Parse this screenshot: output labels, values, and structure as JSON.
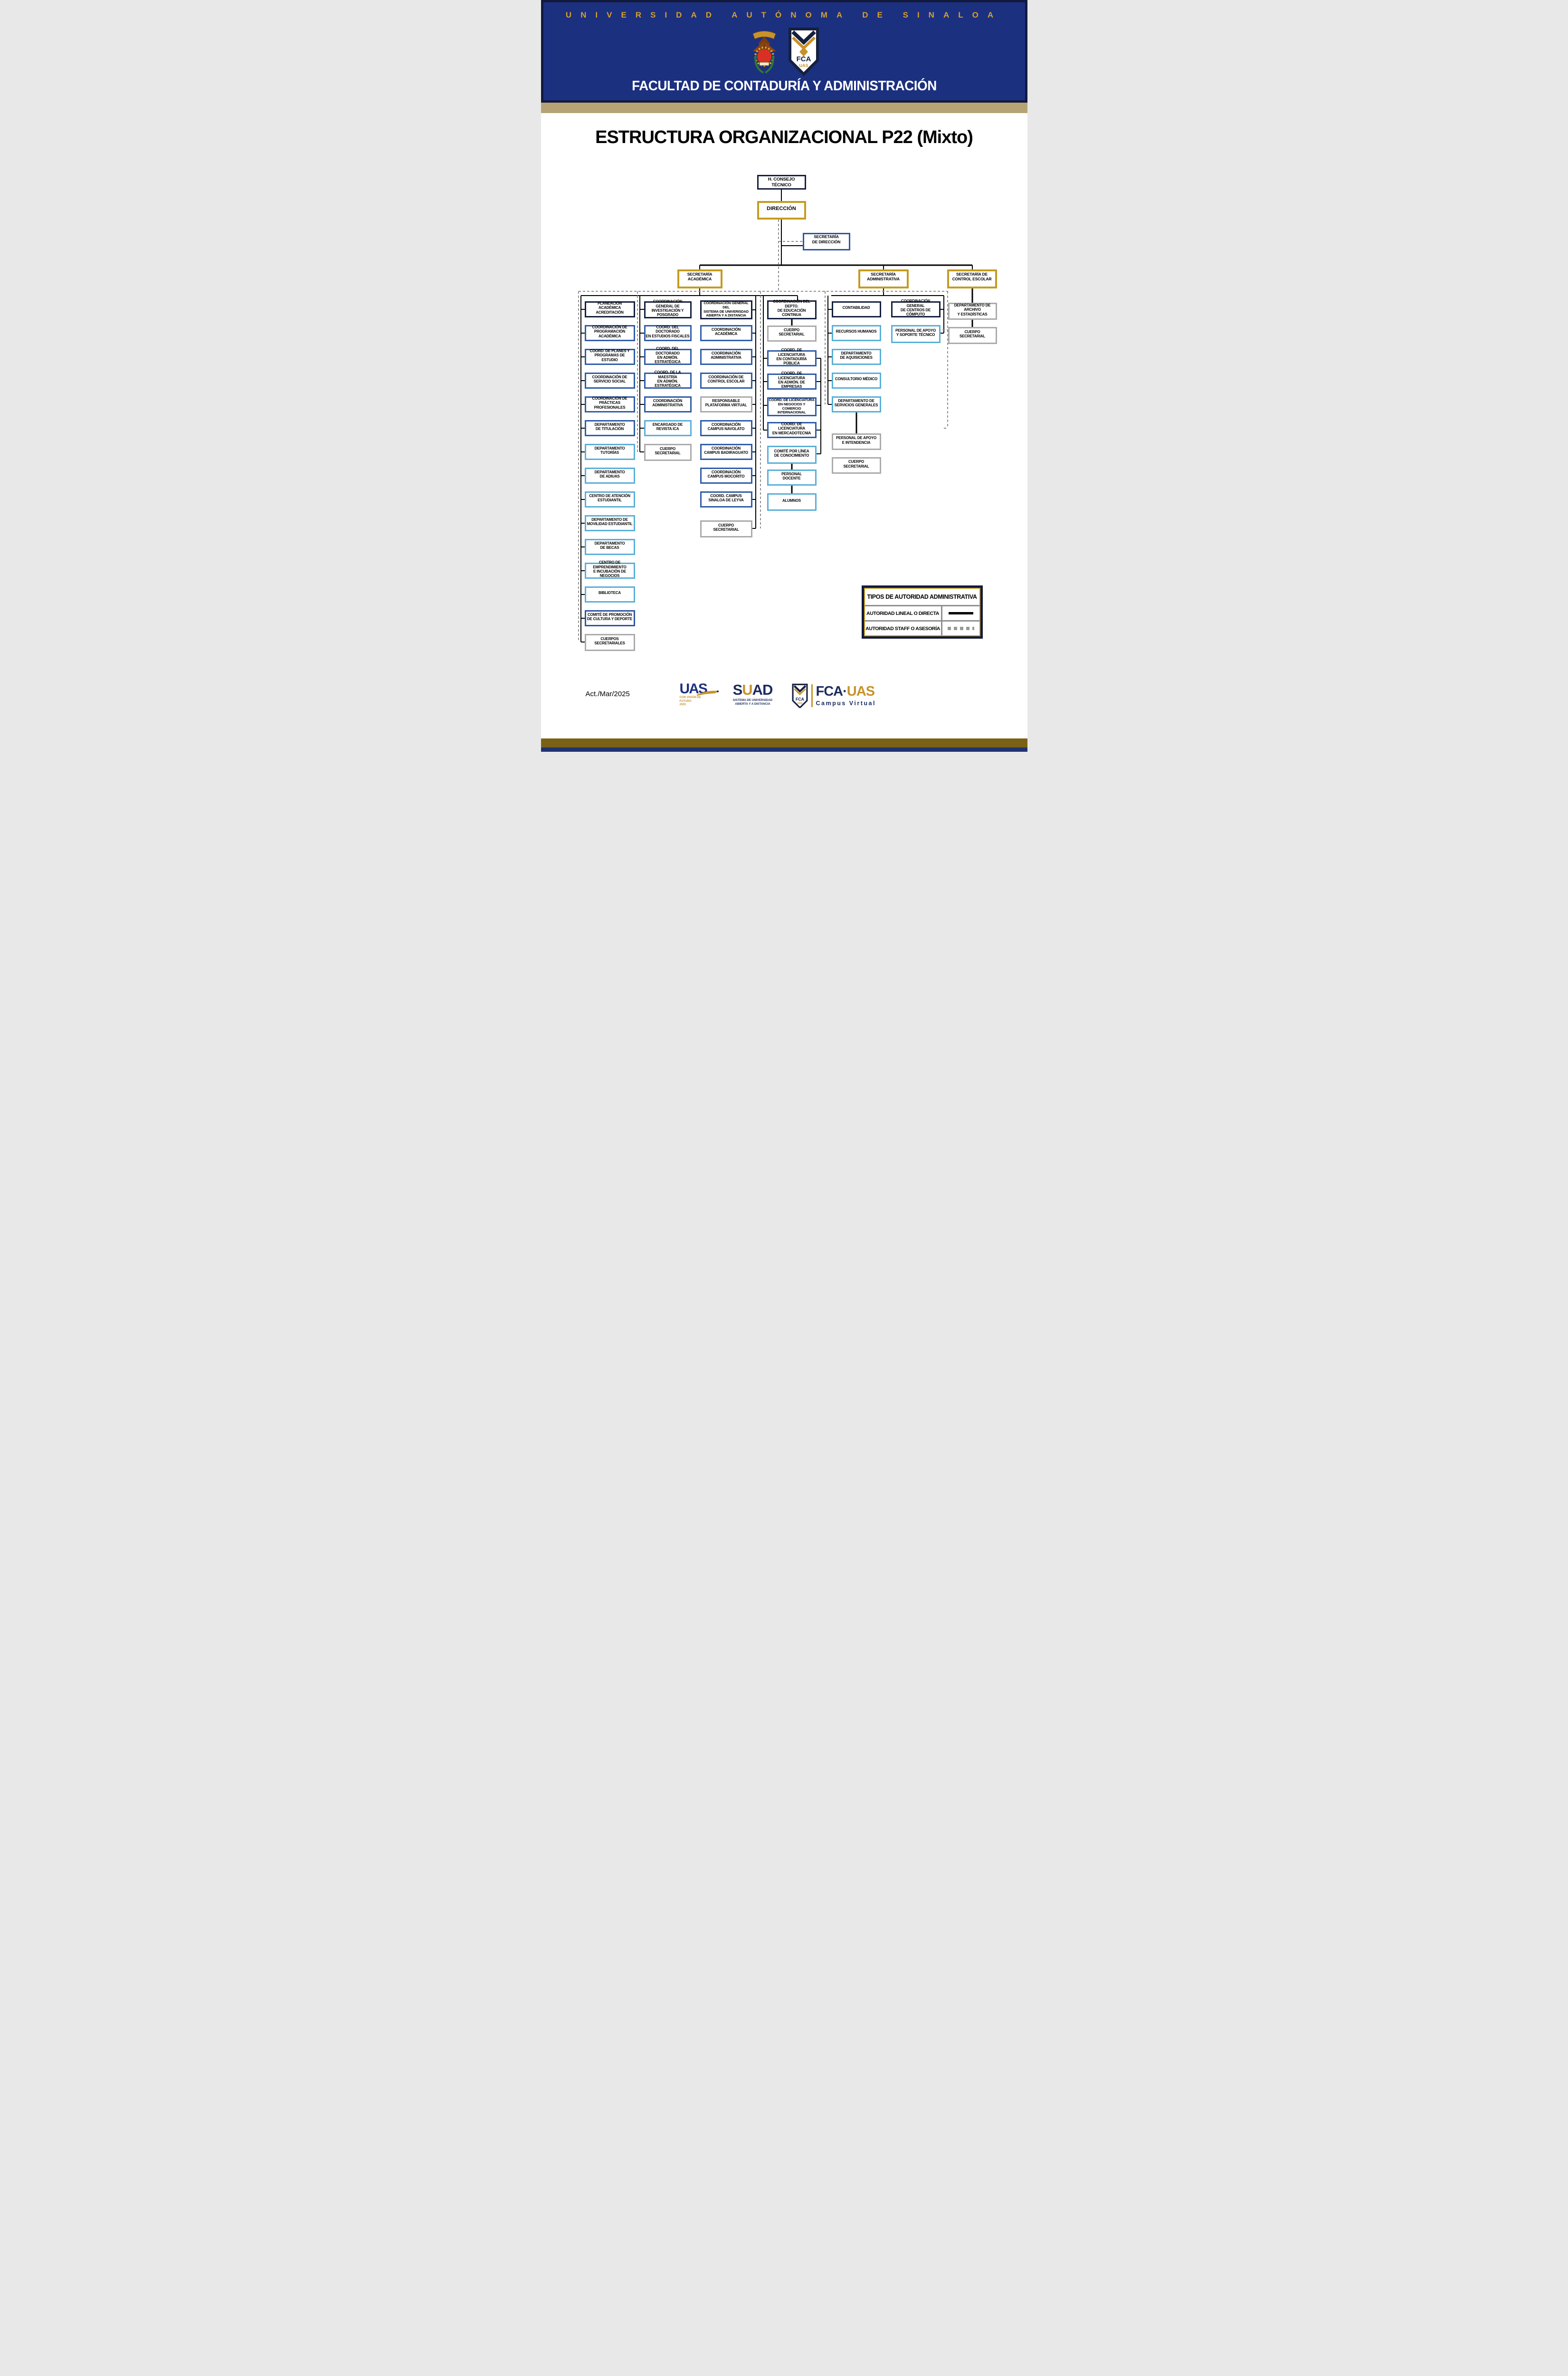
{
  "header": {
    "university": "U N I V E R S I D A D   A U T Ó N O M A   D E   S I N A L O A",
    "university_plain": "UNIVERSIDAD AUTÓNOMA DE SINALOA",
    "faculty": "FACULTAD DE CONTADURÍA Y ADMINISTRACIÓN"
  },
  "title": "ESTRUCTURA ORGANIZACIONAL P22 (Mixto)",
  "org": {
    "consejo": "H. CONSEJO TÉCNICO",
    "direccion": "DIRECCIÓN",
    "secretaria_direccion": "SECRETARÍA\nDE DIRECCIÓN",
    "secretaria_academica": "SECRETARÍA\nACADÉMICA",
    "secretaria_administrativa": "SECRETARÍA\nADMINISTRATIVA",
    "secretaria_control": "SECRETARÍA DE\nCONTROL ESCOLAR",
    "col1": [
      {
        "label": "PLANEACIÓN ACADÉMICA\nACREDITACIÓN",
        "level": "navy"
      },
      {
        "label": "COORDINACIÓN DE\nPROGRAMACIÓN ACADÉMICA",
        "level": "blue"
      },
      {
        "label": "COORD. DE PLANES Y\nPROGRAMAS DE ESTUDIO",
        "level": "blue"
      },
      {
        "label": "COORDINACIÓN DE\nSERVICIO SOCIAL",
        "level": "blue"
      },
      {
        "label": "COORDINACIÓN DE\nPRÁCTICAS PROFESIONALES",
        "level": "blue"
      },
      {
        "label": "DEPARTAMENTO\nDE TITULACIÓN",
        "level": "blue"
      },
      {
        "label": "DEPARTAMENTO\nTUTORÍAS",
        "level": "lightblue"
      },
      {
        "label": "DEPARTAMENTO\nDE ADIUAS",
        "level": "lightblue"
      },
      {
        "label": "CENTRO DE ATENCIÓN\nESTUDIANTIL",
        "level": "lightblue"
      },
      {
        "label": "DEPARTAMENTO DE\nMOVILIDAD ESTUDIANTIL",
        "level": "lightblue"
      },
      {
        "label": "DEPARTAMENTO\nDE BECAS",
        "level": "lightblue"
      },
      {
        "label": "CENTRO DE EMPRENDIMIENTO\nE INCUBACIÓN DE NEGOCIOS",
        "level": "lightblue"
      },
      {
        "label": "BIBLIOTECA",
        "level": "lightblue"
      },
      {
        "label": "COMITÉ DE PROMOCIÓN\nDE CULTURA Y DEPORTE",
        "level": "royal"
      },
      {
        "label": "CUERPOS\nSECRETARIALES",
        "level": "gray"
      }
    ],
    "col2": [
      {
        "label": "COORDINACIÓN GENERAL DE\nINVESTIGACIÓN Y POSGRADO",
        "level": "navy"
      },
      {
        "label": "COORD. DEL DOCTORADO\nEN ESTUDIOS FISCALES",
        "level": "blue"
      },
      {
        "label": "COORD. DEL DOCTORADO\nEN ADMÓN. ESTRATÉGICA",
        "level": "blue"
      },
      {
        "label": "COORD. DE LA MAESTRÍA\nEN ADMÓN. ESTRATÉGICA",
        "level": "blue"
      },
      {
        "label": "COORDINACIÓN\nADMINISTRATIVA",
        "level": "blue"
      },
      {
        "label": "ENCARGADO DE\nREVISTA ICA",
        "level": "lightblue"
      },
      {
        "label": "CUERPO\nSECRETARIAL",
        "level": "gray"
      }
    ],
    "col3": [
      {
        "label": "COORDINACIÓN GENERAL DEL\nSISTEMA DE UNIVERISDAD\nABIERTA Y A DISTANCIA",
        "level": "navy"
      },
      {
        "label": "COORDINACIÓN\nACADÉMICA",
        "level": "blue"
      },
      {
        "label": "COORDINACIÓN\nADMINISTRATIVA",
        "level": "blue"
      },
      {
        "label": "COORDINACIÓN DE\nCONTROL ESCOLAR",
        "level": "blue"
      },
      {
        "label": "RESPONSABLE\nPLATAFORMA VIRTUAL",
        "level": "gray"
      },
      {
        "label": "COORDINACIÓN\nCAMPUS NAVOLATO",
        "level": "blue"
      },
      {
        "label": "COORDINACIÓN\nCAMPUS BADIRAGUATO",
        "level": "blue"
      },
      {
        "label": "COORDINACIÓN\nCAMPUS MOCORITO",
        "level": "blue"
      },
      {
        "label": "COORD. CAMPUS\nSINALOA DE LEYVA",
        "level": "blue"
      },
      {
        "label": "CUERPO\nSECRETARIAL",
        "level": "gray"
      }
    ],
    "col4": [
      {
        "label": "COORDINACIÓN DEL DEPTO.\nDE EDUCACIÓN CONTINUA",
        "level": "navy"
      },
      {
        "label": "CUERPO\nSECRETARIAL",
        "level": "gray"
      },
      {
        "label": "COORD. DE LICENCIATURA\nEN CONTADURÍA PÚBLICA",
        "level": "blue"
      },
      {
        "label": "COORD. DE LICENCIATURA\nEN ADMÓN. DE EMPRESAS",
        "level": "blue"
      },
      {
        "label": "COORD. DE LICENCIATURA\nEN NEGOCIOS Y COMERCIO\nINTERNACIONAL",
        "level": "blue"
      },
      {
        "label": "COORD. DE LICENCIATURA\nEN MERCADOTECNIA",
        "level": "blue"
      },
      {
        "label": "COMITÉ POR LÍNEA\nDE CONOCIMIENTO",
        "level": "lightblue"
      },
      {
        "label": "PERSONAL\nDOCENTE",
        "level": "lightblue"
      },
      {
        "label": "ALUMNOS",
        "level": "lightblue"
      }
    ],
    "col5": [
      {
        "label": "CONTABILIDAD",
        "level": "navy"
      },
      {
        "label": "RECURSOS HUMANOS",
        "level": "lightblue"
      },
      {
        "label": "DEPARTAMENTO\nDE AQUISICIONES",
        "level": "lightblue"
      },
      {
        "label": "CONSULTORIO MÉDICO",
        "level": "lightblue"
      },
      {
        "label": "DEPARTAMENTO DE\nSERVICIOS GENERALES",
        "level": "lightblue"
      },
      {
        "label": "PERSONAL DE APOYO\nE INTENDENCIA",
        "level": "gray"
      },
      {
        "label": "CUERPO\nSECRETARIAL",
        "level": "gray"
      }
    ],
    "col6": [
      {
        "label": "COORDINACIÓN GENERAL\nDE CENTROS DE CÓMPUTO",
        "level": "navy"
      },
      {
        "label": "PERSONAL DE APOYO\nY SOPORTE TÉCNICO",
        "level": "lightblue"
      }
    ],
    "col7": [
      {
        "label": "DEPARTAMENTO DE ARCHIVO\nY ESTADÍSTICAS",
        "level": "gray"
      },
      {
        "label": "CUERPO\nSECRETARIAL",
        "level": "gray"
      }
    ]
  },
  "legend": {
    "title": "TIPOS DE AUTORIDAD ADMINISTRATIVA",
    "rows": [
      {
        "label": "AUTORIDAD LINEAL O DIRECTA",
        "style": "solid"
      },
      {
        "label": "AUTORIDAD STAFF O ASESORÍA",
        "style": "dashed"
      }
    ]
  },
  "footer": {
    "updated": "Act./Mar/2025",
    "uas": {
      "word": "UAS",
      "tagline": "CON VISIÓN DE\nFUTURO\n2025"
    },
    "suad": {
      "word_s": "S",
      "word_u": "U",
      "word_ad": "AD",
      "caption": "SISTEMA DE UNIVERSIDAD\nABIERTA Y A DISTANCIA"
    },
    "fca": {
      "shield_top": "FCA",
      "shield_bottom": "UAS",
      "word_fca": "FCA",
      "separator": "·",
      "word_uas": "UAS",
      "caption": "Campus Virtual"
    }
  },
  "colors": {
    "header_blue": "#1C3080",
    "frame_navy": "#111A3E",
    "gold_text": "#D8A02A",
    "tan_stripe": "#B5A376",
    "navy_border": "#15203F",
    "gold_border": "#C49B20",
    "royal_border": "#2E56A5",
    "blue_border": "#2F5DA9",
    "lightblue_border": "#5AAFD8",
    "gray_border": "#ABABAB",
    "solid_line": "#000000",
    "dashed_line": "#8F8F8F",
    "footer_gold_bar": "#7A6115",
    "footer_navy_bar": "#203272"
  }
}
